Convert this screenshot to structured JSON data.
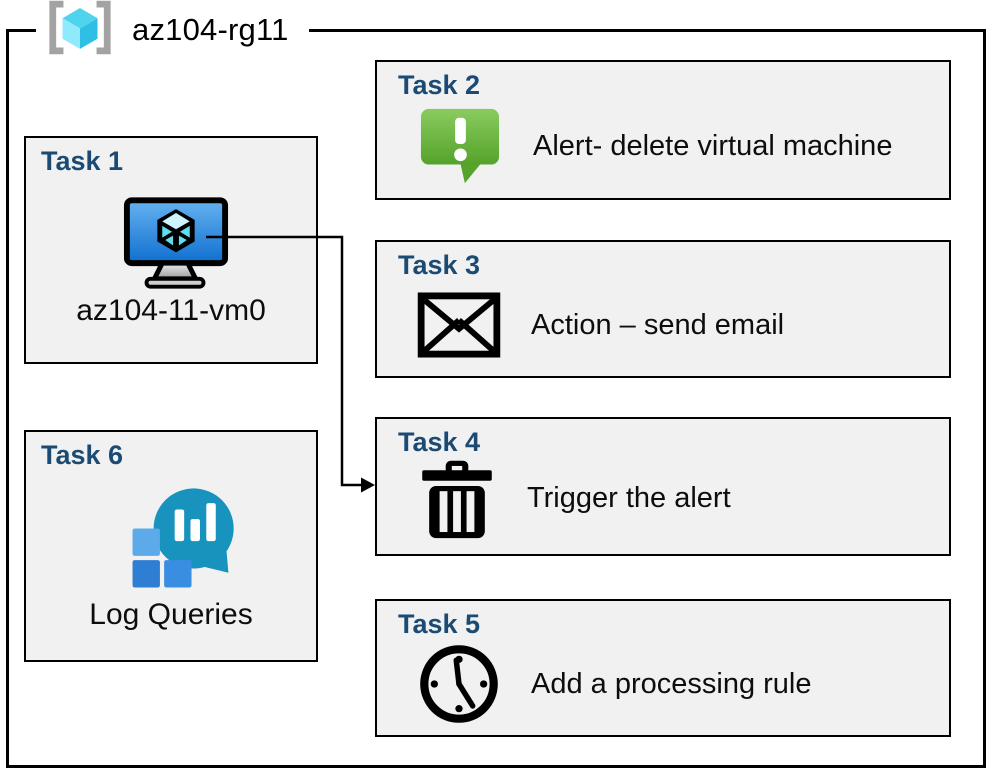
{
  "header": {
    "title": "az104-rg11",
    "icon": "resource-group-icon"
  },
  "tasks": [
    {
      "id": "task1",
      "title": "Task 1",
      "label": "az104-11-vm0",
      "icon": "virtual-machine-icon"
    },
    {
      "id": "task2",
      "title": "Task 2",
      "label": "Alert- delete virtual machine",
      "icon": "alert-message-icon"
    },
    {
      "id": "task3",
      "title": "Task 3",
      "label": "Action – send email",
      "icon": "email-envelope-icon"
    },
    {
      "id": "task4",
      "title": "Task 4",
      "label": "Trigger the alert",
      "icon": "trash-icon"
    },
    {
      "id": "task5",
      "title": "Task 5",
      "label": "Add a processing rule",
      "icon": "clock-icon"
    },
    {
      "id": "task6",
      "title": "Task 6",
      "label": "Log Queries",
      "icon": "log-analytics-icon"
    }
  ],
  "connector": {
    "from": "task1",
    "to": "task4"
  },
  "colors": {
    "box_fill": "#f1f1f2",
    "box_border": "#000000",
    "task_title": "#1b4a73",
    "alert_green": "#55a32b",
    "vm_blue": "#1170d8",
    "log_teal": "#1793bd",
    "rg_cyan": "#4fd4ef"
  }
}
